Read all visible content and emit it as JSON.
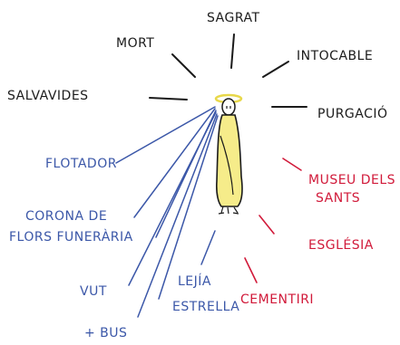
{
  "labels": {
    "sagrat": "SAGRAT",
    "mort": "MORT",
    "intocable": "INTOCABLE",
    "salvavides": "SALVAVIDES",
    "purgacio": "PURGACIÓ",
    "flotador": "FLOTADOR",
    "corona_line1": "CORONA DE",
    "corona_line2": "FLORS FUNERÀRIA",
    "vut": "VUT",
    "bus": "+ BUS",
    "lejia": "LEJÍA",
    "estrella": "ESTRELLA",
    "museu_line1": "MUSEU DELS",
    "museu_line2": "SANTS",
    "esglesia": "ESGLÉSIA",
    "cementiri": "CEMENTIRI"
  },
  "colors": {
    "black": "#1b1b1b",
    "blue": "#3b57a8",
    "red": "#d11a3a",
    "halo": "#e8d84a",
    "robe_fill": "#f6ec8a"
  }
}
